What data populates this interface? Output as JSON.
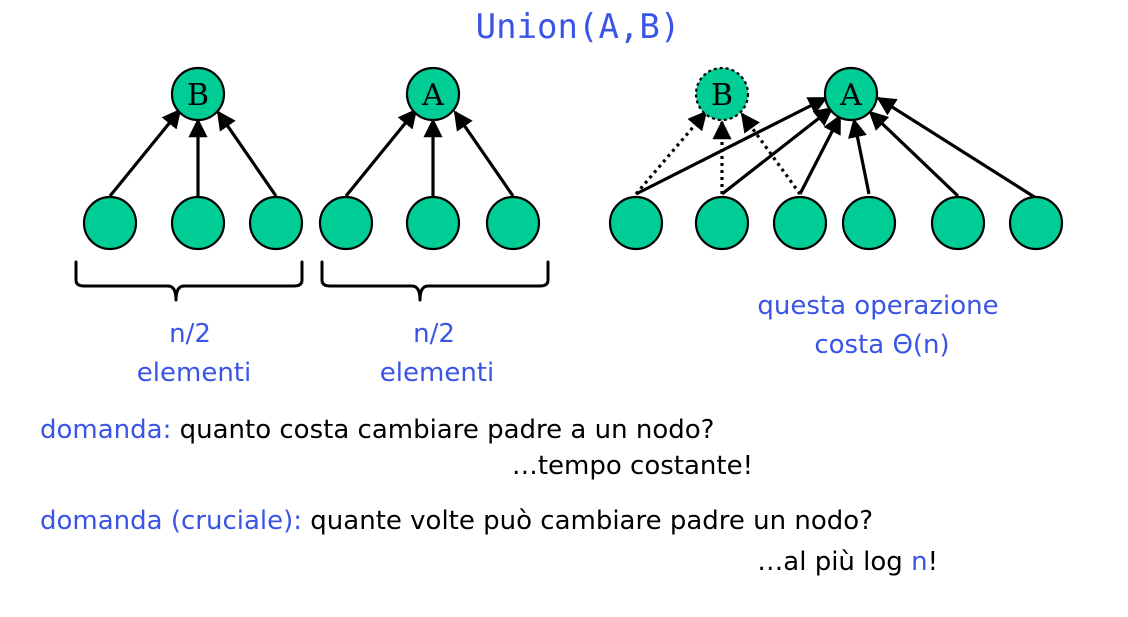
{
  "title": "Union(A,B)",
  "trees": {
    "left_root_label": "B",
    "middle_root_label": "A",
    "merged_root_label": "A",
    "merged_ghost_label": "B"
  },
  "annotations": {
    "left_size_line1": "n/2",
    "left_size_line2": "elementi",
    "middle_size_line1": "n/2",
    "middle_size_line2": "elementi",
    "cost_line1": "questa operazione",
    "cost_line2": "costa Θ(n)"
  },
  "questions": {
    "q1_label": "domanda:",
    "q1_text": " quanto costa cambiare padre a un nodo?",
    "a1_text": "…tempo costante!",
    "q2_label": "domanda (cruciale):",
    "q2_text": " quante volte può cambiare padre un nodo?",
    "a2_prefix": "…al più log ",
    "a2_n": "n",
    "a2_suffix": "!"
  },
  "colors": {
    "node_fill": "#00cc96",
    "accent_blue": "#3a55e6",
    "text_black": "#000000"
  }
}
